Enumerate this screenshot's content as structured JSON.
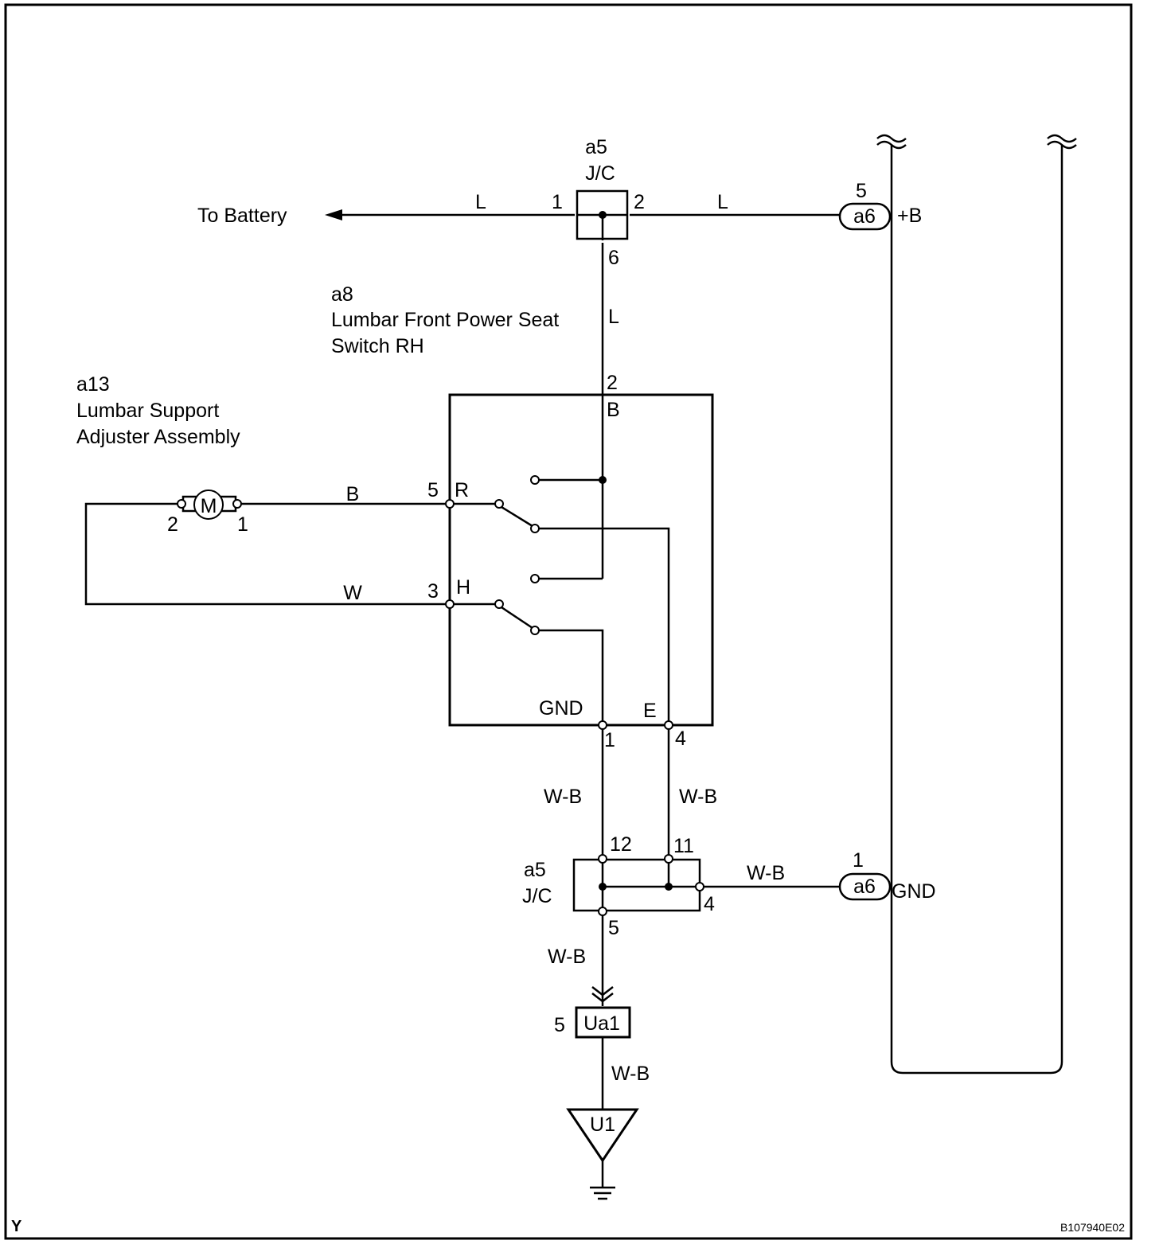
{
  "components": {
    "jc_top": {
      "code": "a5",
      "name": "J/C",
      "pins": {
        "left": "1",
        "right": "2",
        "bottom": "6"
      }
    },
    "jc_bottom": {
      "code": "a5",
      "name": "J/C",
      "pins": {
        "top_left": "12",
        "top_right": "11",
        "bottom": "5",
        "right": "4"
      }
    },
    "seat_switch": {
      "code": "a8",
      "name_line1": "Lumbar Front Power Seat",
      "name_line2": "Switch RH",
      "pins": {
        "b_num": "2",
        "b_label": "B",
        "r_num": "5",
        "r_label": "R",
        "h_num": "3",
        "h_label": "H",
        "gnd_num": "1",
        "gnd_label": "GND",
        "e_num": "4",
        "e_label": "E"
      }
    },
    "adjuster": {
      "code": "a13",
      "name_line1": "Lumbar Support",
      "name_line2": "Adjuster Assembly",
      "motor_label": "M",
      "pin_left": "2",
      "pin_right": "1"
    },
    "connector_a6_top": {
      "code": "a6",
      "pin": "5",
      "signal": "+B"
    },
    "connector_a6_bottom": {
      "code": "a6",
      "pin": "1",
      "signal": "GND"
    },
    "connector_ua1": {
      "code": "Ua1",
      "pin": "5"
    },
    "ground_u1": {
      "code": "U1"
    }
  },
  "wires": {
    "to_battery_label": "To Battery",
    "battery_line": "L",
    "jc_to_a6": "L",
    "jc_to_switch": "L",
    "motor_r": "B",
    "motor_h": "W",
    "gnd_wire": "W-B",
    "e_wire": "W-B",
    "jc_to_a6_gnd": "W-B",
    "jc_to_ua1": "W-B",
    "ua1_to_u1": "W-B"
  },
  "footer": {
    "left_mark": "Y",
    "figure_code": "B107940E02"
  }
}
